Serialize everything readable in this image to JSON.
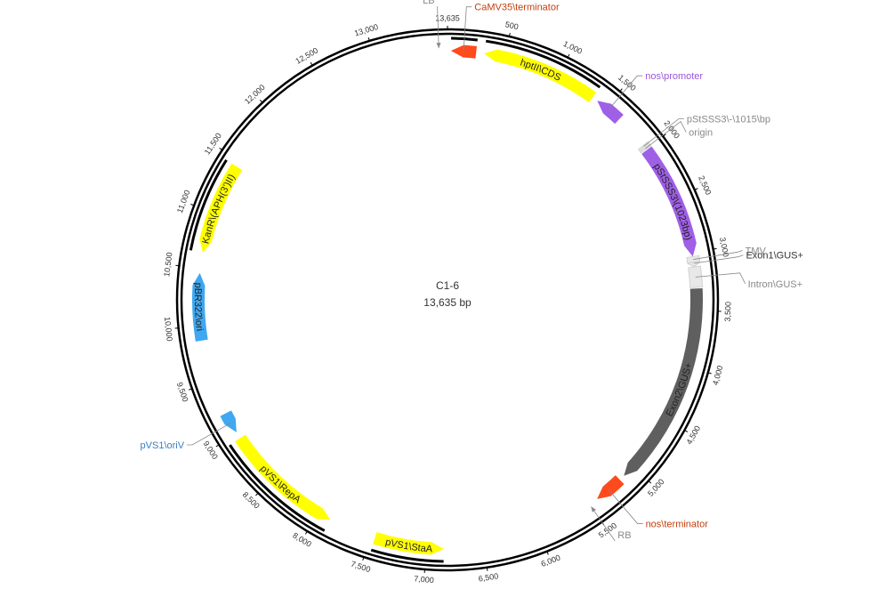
{
  "plasmid": {
    "name": "C1-6",
    "size_label": "13,635 bp",
    "length_bp": 13635
  },
  "colors": {
    "backbone": "#000000",
    "red_orange": "#ff4a1c",
    "yellow": "#ffff00",
    "purple": "#9f5fe6",
    "blue": "#3fa8f0",
    "dark_gray": "#5f5f5f",
    "light_gray": "#e8e8e8",
    "label_gray": "#888888",
    "label_red": "#c0410f",
    "label_purple": "#9a58d8",
    "label_blue": "#3a7fc0",
    "label_dark": "#333333"
  },
  "ticks": [
    {
      "bp": 13635,
      "label": "13,635"
    },
    {
      "bp": 500,
      "label": "500"
    },
    {
      "bp": 1000,
      "label": "1,000"
    },
    {
      "bp": 1500,
      "label": "1,500"
    },
    {
      "bp": 2000,
      "label": "2,000"
    },
    {
      "bp": 2500,
      "label": "2,500"
    },
    {
      "bp": 3000,
      "label": "3,000"
    },
    {
      "bp": 3500,
      "label": "3,500"
    },
    {
      "bp": 4000,
      "label": "4,000"
    },
    {
      "bp": 4500,
      "label": "4,500"
    },
    {
      "bp": 5000,
      "label": "5,000"
    },
    {
      "bp": 5500,
      "label": "5,500"
    },
    {
      "bp": 6000,
      "label": "6,000"
    },
    {
      "bp": 6500,
      "label": "6,500"
    },
    {
      "bp": 7000,
      "label": "7,000"
    },
    {
      "bp": 7500,
      "label": "7,500"
    },
    {
      "bp": 8000,
      "label": "8,000"
    },
    {
      "bp": 8500,
      "label": "8,500"
    },
    {
      "bp": 9000,
      "label": "9,000"
    },
    {
      "bp": 9500,
      "label": "9,500"
    },
    {
      "bp": 10000,
      "label": "10,000"
    },
    {
      "bp": 10500,
      "label": "10,500"
    },
    {
      "bp": 11000,
      "label": "11,000"
    },
    {
      "bp": 11500,
      "label": "11,500"
    },
    {
      "bp": 12000,
      "label": "12,000"
    },
    {
      "bp": 12500,
      "label": "12,500"
    },
    {
      "bp": 13000,
      "label": "13,000"
    }
  ],
  "features": [
    {
      "id": "camv35-terminator",
      "name": "CaMV35\\terminator",
      "start": 30,
      "end": 250,
      "strand": -1,
      "color": "red_orange",
      "label_mode": "outside",
      "label_color": "label_red",
      "span_bar": true
    },
    {
      "id": "hpt-cds",
      "name": "hptII\\CDS",
      "start": 320,
      "end": 1350,
      "strand": -1,
      "color": "yellow",
      "label_mode": "inside",
      "span_bar": true
    },
    {
      "id": "nos-promoter",
      "name": "nos\\promoter",
      "start": 1400,
      "end": 1650,
      "strand": -1,
      "color": "purple",
      "label_mode": "outside",
      "label_color": "label_purple",
      "span_bar": false
    },
    {
      "id": "pstsss3-1015",
      "name": "pStSSS3\\-\\1015\\bp",
      "start": 1960,
      "end": 1975,
      "strand": 0,
      "color": "light_gray",
      "label_mode": "outside",
      "label_color": "label_gray",
      "span_bar": false
    },
    {
      "id": "origin",
      "name": "origin",
      "start": 1985,
      "end": 2000,
      "strand": 0,
      "color": "light_gray",
      "label_mode": "outside",
      "label_color": "label_gray",
      "span_bar": false
    },
    {
      "id": "pstsss3-1023",
      "name": "pStSSS3\\(1023bp)",
      "start": 2010,
      "end": 3030,
      "strand": 1,
      "color": "purple",
      "label_mode": "inside",
      "span_bar": false
    },
    {
      "id": "exon1-gus",
      "name": "Exon1\\GUS+",
      "start": 3060,
      "end": 3120,
      "strand": 1,
      "color": "light_gray",
      "label_mode": "outside",
      "label_color": "label_dark",
      "span_bar": false
    },
    {
      "id": "tmv",
      "name": "TMV",
      "start": 3030,
      "end": 3080,
      "strand": 0,
      "color": "light_gray",
      "label_mode": "outside",
      "label_color": "label_gray",
      "span_bar": false
    },
    {
      "id": "intron-gus",
      "name": "Intron\\GUS+",
      "start": 3120,
      "end": 3300,
      "strand": 0,
      "color": "light_gray",
      "label_mode": "outside",
      "label_color": "label_gray",
      "span_bar": false
    },
    {
      "id": "exon2-gus",
      "name": "Exon2\\GUS+",
      "start": 3310,
      "end": 5110,
      "strand": 1,
      "color": "dark_gray",
      "label_mode": "inside",
      "span_bar": false
    },
    {
      "id": "nos-terminator",
      "name": "nos\\terminator",
      "start": 5160,
      "end": 5420,
      "strand": 1,
      "color": "red_orange",
      "label_mode": "outside",
      "label_color": "label_red",
      "span_bar": false
    },
    {
      "id": "pvs1-stab",
      "name": "pVS1\\StaA",
      "start": 6850,
      "end": 7460,
      "strand": -1,
      "color": "yellow",
      "label_mode": "inside",
      "span_bar": true
    },
    {
      "id": "pvs1-repa",
      "name": "pVS1\\RepA",
      "start": 7880,
      "end": 8950,
      "strand": -1,
      "color": "yellow",
      "label_mode": "inside",
      "span_bar": true
    },
    {
      "id": "pvs1-oriv",
      "name": "pVS1\\oriV",
      "start": 9010,
      "end": 9200,
      "strand": -1,
      "color": "blue",
      "label_mode": "outside",
      "label_color": "label_blue",
      "span_bar": false
    },
    {
      "id": "pbr322-ori",
      "name": "pBR322\\ori",
      "start": 9870,
      "end": 10460,
      "strand": 1,
      "color": "blue",
      "label_mode": "inside",
      "span_bar": false
    },
    {
      "id": "kanr",
      "name": "KanR\\(APH(3')II)",
      "start": 10640,
      "end": 11450,
      "strand": -1,
      "color": "yellow",
      "label_mode": "inside",
      "span_bar": true
    }
  ],
  "markers": [
    {
      "id": "lb",
      "name": "LB",
      "bp": 13560,
      "label_color": "label_gray"
    },
    {
      "id": "rb",
      "name": "RB",
      "bp": 5500,
      "label_color": "label_gray"
    }
  ]
}
